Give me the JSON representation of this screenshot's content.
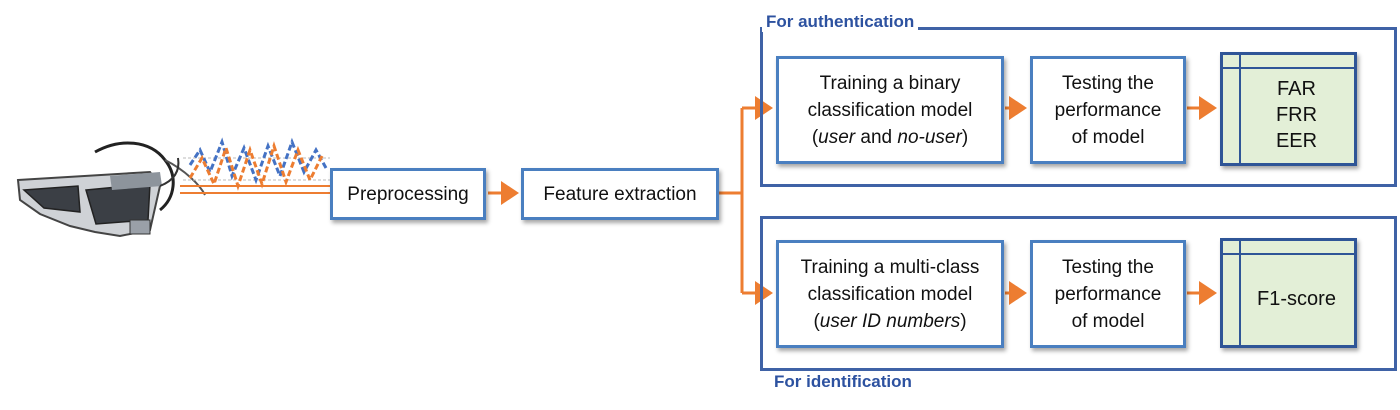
{
  "pipeline": {
    "preprocessing_label": "Preprocessing",
    "feature_extraction_label": "Feature extraction"
  },
  "authentication": {
    "group_label": "For authentication",
    "training_line1": "Training a binary",
    "training_line2": "classification model",
    "training_line3_open": "(",
    "training_line3_a": "user",
    "training_line3_and": " and ",
    "training_line3_b": "no-user",
    "training_line3_close": ")",
    "testing_line1": "Testing the",
    "testing_line2": "performance",
    "testing_line3": "of model",
    "metrics": [
      "FAR",
      "FRR",
      "EER"
    ]
  },
  "identification": {
    "group_label": "For identification",
    "training_line1": "Training a multi-class",
    "training_line2": "classification model",
    "training_line3_open": "(",
    "training_line3_a": "user ID numbers",
    "training_line3_close": ")",
    "testing_line1": "Testing the",
    "testing_line2": "performance",
    "testing_line3": "of model",
    "metrics": [
      "F1-score"
    ]
  },
  "colors": {
    "box_border": "#4a7fc0",
    "group_border": "#3f62a6",
    "arrow": "#ed7d31",
    "result_fill": "#e3efd7",
    "signal_blue": "#4472c4",
    "signal_orange": "#ed7d31"
  },
  "icons": {
    "device": "smart-glasses-icon",
    "signal": "sensor-signal-icon"
  }
}
